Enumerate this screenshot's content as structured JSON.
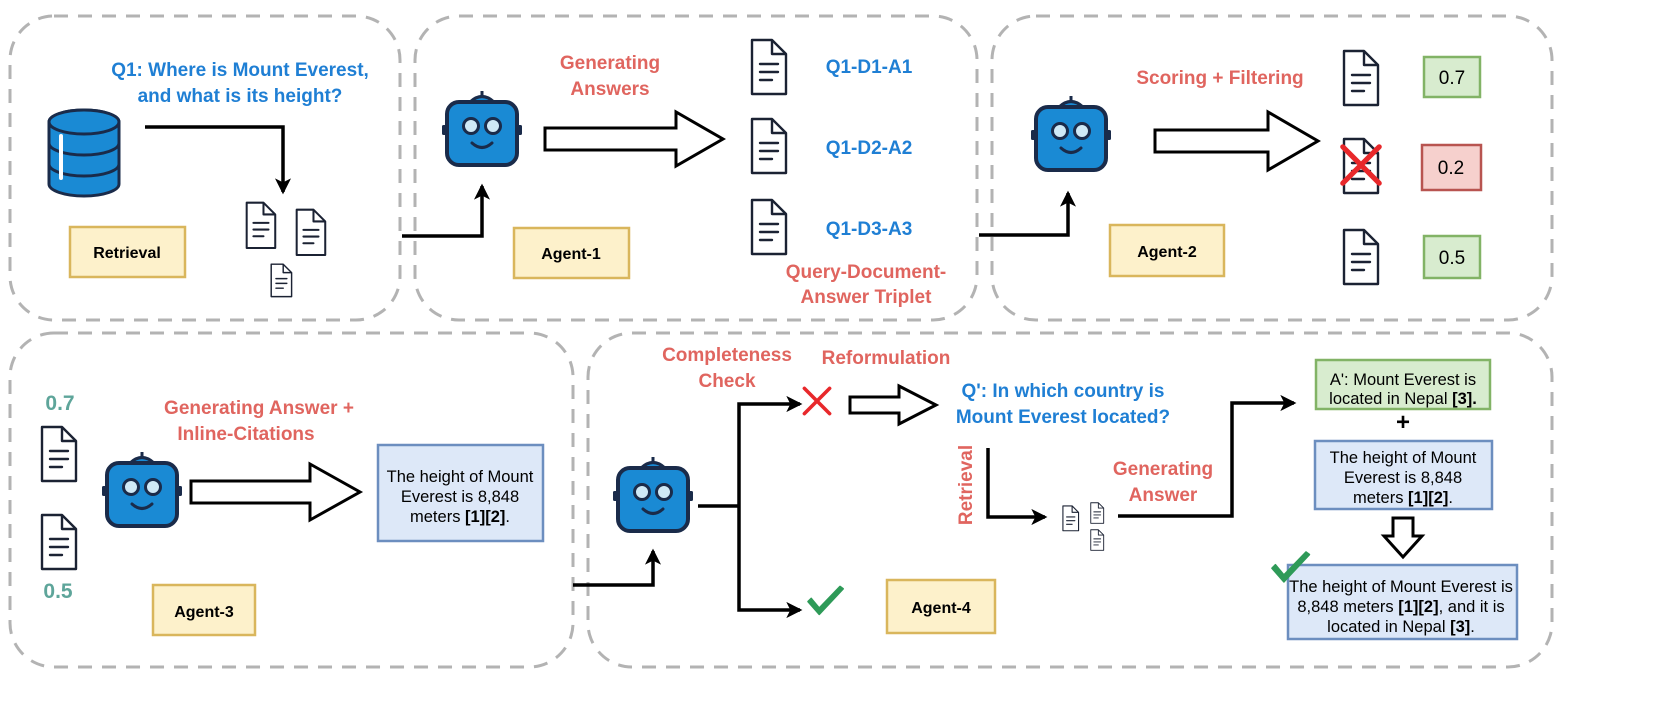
{
  "panel1": {
    "question_line1": "Q1: Where is Mount Everest,",
    "question_line2": "and what is its height?",
    "label": "Retrieval",
    "icons": [
      "database-icon",
      "document-icon"
    ]
  },
  "panel2": {
    "title_line1": "Generating",
    "title_line2": "Answers",
    "label": "Agent-1",
    "triplets": [
      "Q1-D1-A1",
      "Q1-D2-A2",
      "Q1-D3-A3"
    ],
    "footer_line1": "Query-Document-",
    "footer_line2": "Answer Triplet",
    "icons": [
      "robot-icon",
      "document-icon"
    ]
  },
  "panel3": {
    "title": "Scoring + Filtering",
    "label": "Agent-2",
    "scores": [
      "0.7",
      "0.2",
      "0.5"
    ],
    "score_colors": {
      "keep": "#d8eccf",
      "drop": "#f6d0cd"
    },
    "icons": [
      "robot-icon",
      "document-icon",
      "cross-icon"
    ]
  },
  "panel4": {
    "score_top": "0.7",
    "score_bottom": "0.5",
    "title_line1": "Generating Answer +",
    "title_line2": "Inline-Citations",
    "label": "Agent-3",
    "answer_line1": "The height of Mount",
    "answer_line2": "Everest is 8,848",
    "answer_line3_text": "meters ",
    "answer_line3_cite": "[1][2]",
    "answer_line3_end": ".",
    "icons": [
      "robot-icon",
      "document-icon"
    ]
  },
  "panel5": {
    "check_line1": "Completeness",
    "check_line2": "Check",
    "reformulation": "Reformulation",
    "new_query_line1": "Q': In which country is",
    "new_query_line2": "Mount Everest located?",
    "retrieval": "Retrieval",
    "gen_line1": "Generating",
    "gen_line2": "Answer",
    "label": "Agent-4",
    "partial_answer_line1": "A': Mount Everest is",
    "partial_answer_line2_text": "located in Nepal ",
    "partial_answer_line2_cite": "[3]",
    "partial_answer_line2_end": ".",
    "plus": "+",
    "prev_answer_line1": "The height of Mount",
    "prev_answer_line2": "Everest is 8,848",
    "prev_answer_line3_text": "meters ",
    "prev_answer_line3_cite": "[1][2]",
    "prev_answer_line3_end": ".",
    "final_line1": "The height of Mount Everest is",
    "final_line2_text": "8,848 meters ",
    "final_line2_cite": "[1][2]",
    "final_line2_end": ", and it is",
    "final_line3_text": "located in Nepal ",
    "final_line3_cite": "[3]",
    "final_line3_end": ".",
    "icons": [
      "robot-icon",
      "cross-icon",
      "check-icon",
      "document-icon"
    ]
  },
  "colors": {
    "query_blue": "#1f7fd4",
    "step_red": "#e0655f",
    "score_teal": "#5ea59a",
    "robot_blue": "#1a8ad4",
    "label_fill": "#fdf1cb",
    "check_green": "#2e9a58",
    "cross_red": "#e8282b"
  }
}
